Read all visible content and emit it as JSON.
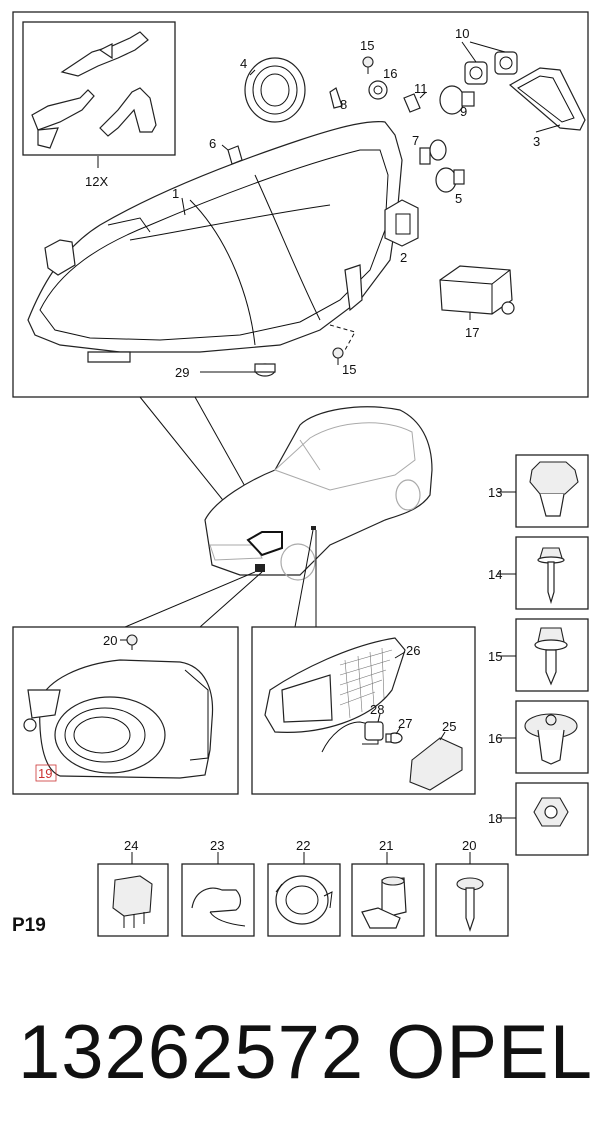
{
  "diagram": {
    "code": "P19",
    "part_number": "13262572",
    "brand": "OPEL",
    "callouts": [
      {
        "id": "c1",
        "text": "1"
      },
      {
        "id": "c2",
        "text": "2"
      },
      {
        "id": "c3",
        "text": "3"
      },
      {
        "id": "c4",
        "text": "4"
      },
      {
        "id": "c5",
        "text": "5"
      },
      {
        "id": "c6",
        "text": "6"
      },
      {
        "id": "c7",
        "text": "7"
      },
      {
        "id": "c8",
        "text": "8"
      },
      {
        "id": "c9",
        "text": "9"
      },
      {
        "id": "c10",
        "text": "10"
      },
      {
        "id": "c11",
        "text": "11"
      },
      {
        "id": "c12x",
        "text": "12X"
      },
      {
        "id": "c13",
        "text": "13"
      },
      {
        "id": "c14",
        "text": "14"
      },
      {
        "id": "c15a",
        "text": "15"
      },
      {
        "id": "c15b",
        "text": "15"
      },
      {
        "id": "c15c",
        "text": "15"
      },
      {
        "id": "c16a",
        "text": "16"
      },
      {
        "id": "c16b",
        "text": "16"
      },
      {
        "id": "c17",
        "text": "17"
      },
      {
        "id": "c18",
        "text": "18"
      },
      {
        "id": "c19",
        "text": "19"
      },
      {
        "id": "c20a",
        "text": "20"
      },
      {
        "id": "c20b",
        "text": "20"
      },
      {
        "id": "c21",
        "text": "21"
      },
      {
        "id": "c22",
        "text": "22"
      },
      {
        "id": "c23",
        "text": "23"
      },
      {
        "id": "c24",
        "text": "24"
      },
      {
        "id": "c25",
        "text": "25"
      },
      {
        "id": "c26",
        "text": "26"
      },
      {
        "id": "c27",
        "text": "27"
      },
      {
        "id": "c28",
        "text": "28"
      },
      {
        "id": "c29",
        "text": "29"
      }
    ]
  }
}
